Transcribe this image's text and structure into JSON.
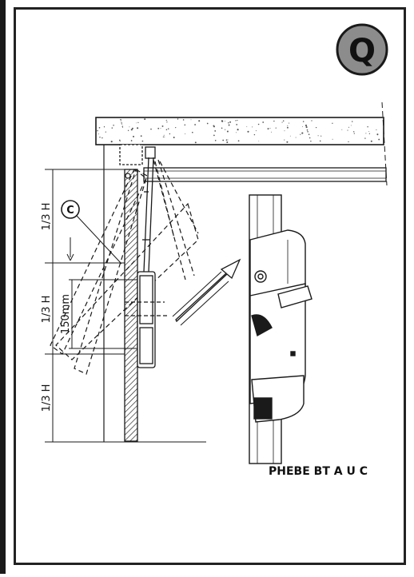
{
  "step_badge": {
    "letter": "Q"
  },
  "labels": {
    "third_top": "1/3 H",
    "third_middle": "1/3 H",
    "third_bottom": "1/3 H",
    "distance": "150mm",
    "callout": "C"
  },
  "product": {
    "name": "PHEBE BT A U C"
  },
  "colors": {
    "ink": "#1a1a1a",
    "badge_fill": "#8c8c8c",
    "panel_border": "#222222"
  }
}
